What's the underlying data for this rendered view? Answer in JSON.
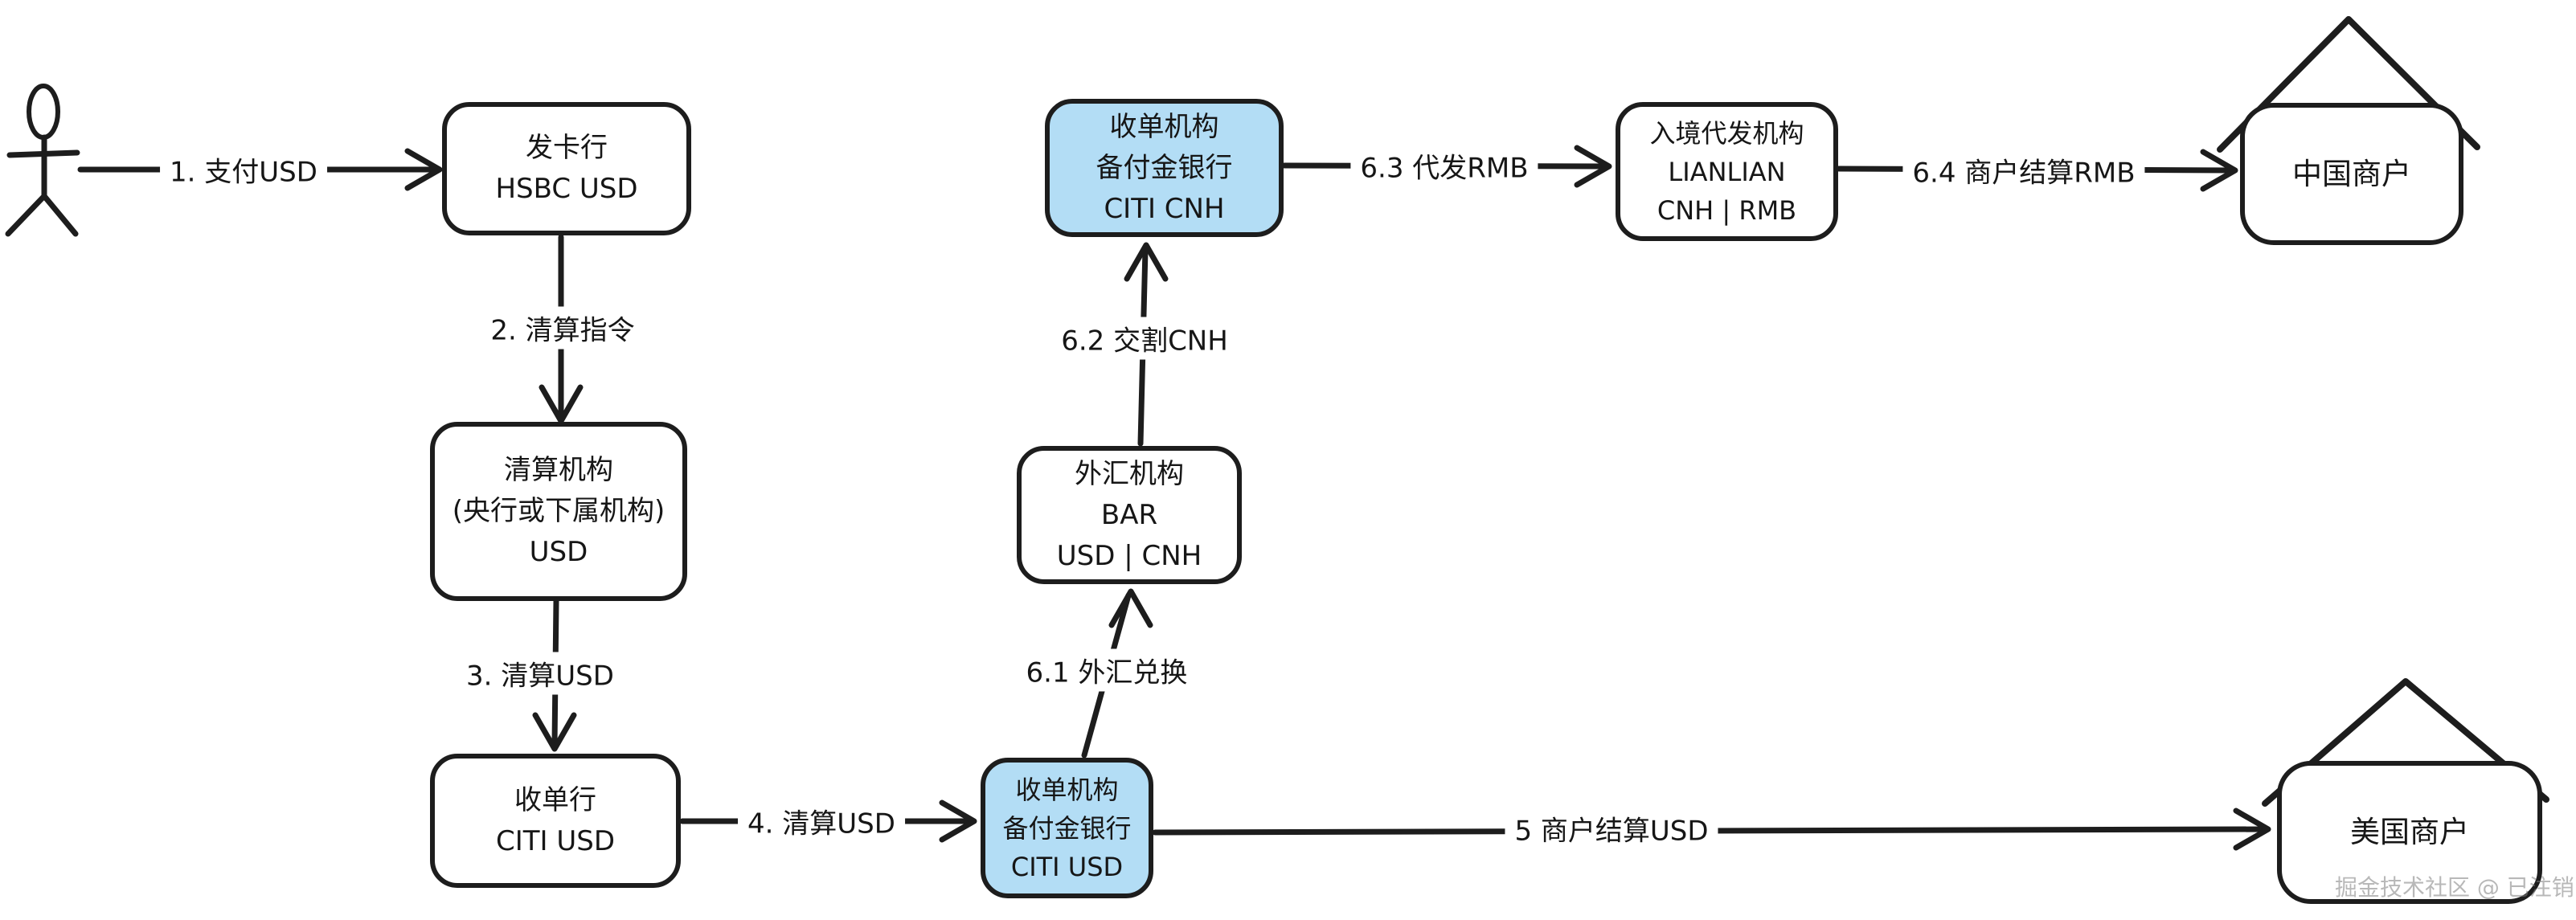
{
  "diagram": {
    "watermark": "掘金技术社区 @ 已注销",
    "nodes": {
      "issuing_bank": {
        "lines": [
          "发卡行",
          "HSBC USD"
        ]
      },
      "clearing_house": {
        "lines": [
          "清算机构",
          "(央行或下属机构)",
          "USD"
        ]
      },
      "acquiring_bank": {
        "lines": [
          "收单行",
          "CITI USD"
        ]
      },
      "acquirer_reserve_usd": {
        "lines": [
          "收单机构",
          "备付金银行",
          "CITI USD"
        ]
      },
      "fx_agency": {
        "lines": [
          "外汇机构",
          "BAR",
          "USD | CNH"
        ]
      },
      "acquirer_reserve_cnh": {
        "lines": [
          "收单机构",
          "备付金银行",
          "CITI CNH"
        ]
      },
      "inbound_payout_agency": {
        "lines": [
          "入境代发机构",
          "LIANLIAN",
          "CNH | RMB"
        ]
      },
      "china_merchant": {
        "label": "中国商户"
      },
      "us_merchant": {
        "label": "美国商户"
      }
    },
    "edges": {
      "pay_usd": "1. 支付USD",
      "clearing_instruction": "2. 清算指令",
      "clear_usd": "3. 清算USD",
      "clear_usd_2": "4. 清算USD",
      "merchant_settle_usd": "5 商户结算USD",
      "fx_exchange": "6.1 外汇兑换",
      "deliver_cnh": "6.2 交割CNH",
      "payout_rmb": "6.3 代发RMB",
      "merchant_settle_rmb": "6.4 商户结算RMB"
    },
    "colors": {
      "stroke": "#1d1d1d",
      "highlight_fill": "#b3ddf5",
      "node_fill": "#ffffff",
      "watermark_color": "#7d7d7d"
    }
  }
}
